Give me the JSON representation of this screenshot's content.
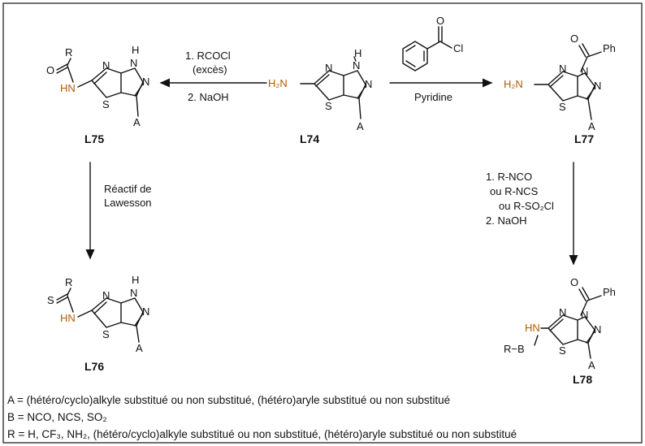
{
  "compounds": {
    "L74": {
      "label": "L74"
    },
    "L75": {
      "label": "L75"
    },
    "L76": {
      "label": "L76"
    },
    "L77": {
      "label": "L77"
    },
    "L78": {
      "label": "L78"
    }
  },
  "atoms": {
    "H2N": "H₂N",
    "HN": "HN",
    "H": "H",
    "N": "N",
    "S": "S",
    "A": "A",
    "R": "R",
    "O": "O",
    "Cl": "Cl",
    "Ph": "Ph",
    "RB": "R−B"
  },
  "conditions": {
    "to_L75_line1": "1. RCOCl",
    "to_L75_line2": "(excès)",
    "to_L75_line3": "2. NaOH",
    "to_L77": "Pyridine",
    "to_L76_line1": "Réactif de",
    "to_L76_line2": "Lawesson",
    "to_L78_line1": "1. R-NCO",
    "to_L78_line2": "ou R-NCS",
    "to_L78_line3": "ou R-SO₂Cl",
    "to_L78_line4": "2. NaOH"
  },
  "legend": {
    "A": "A = (hétéro/cyclo)alkyle substitué ou non substitué, (hétéro)aryle substitué ou non substitué",
    "B": "B = NCO, NCS, SO₂",
    "R": "R = H, CF₃, NH₂, (hétéro/cyclo)alkyle substitué ou non substitué, (hétéro)aryle substitué ou non substitué"
  },
  "colors": {
    "amine": "#b35c00",
    "bond": "#111111",
    "frame": "#111111"
  }
}
